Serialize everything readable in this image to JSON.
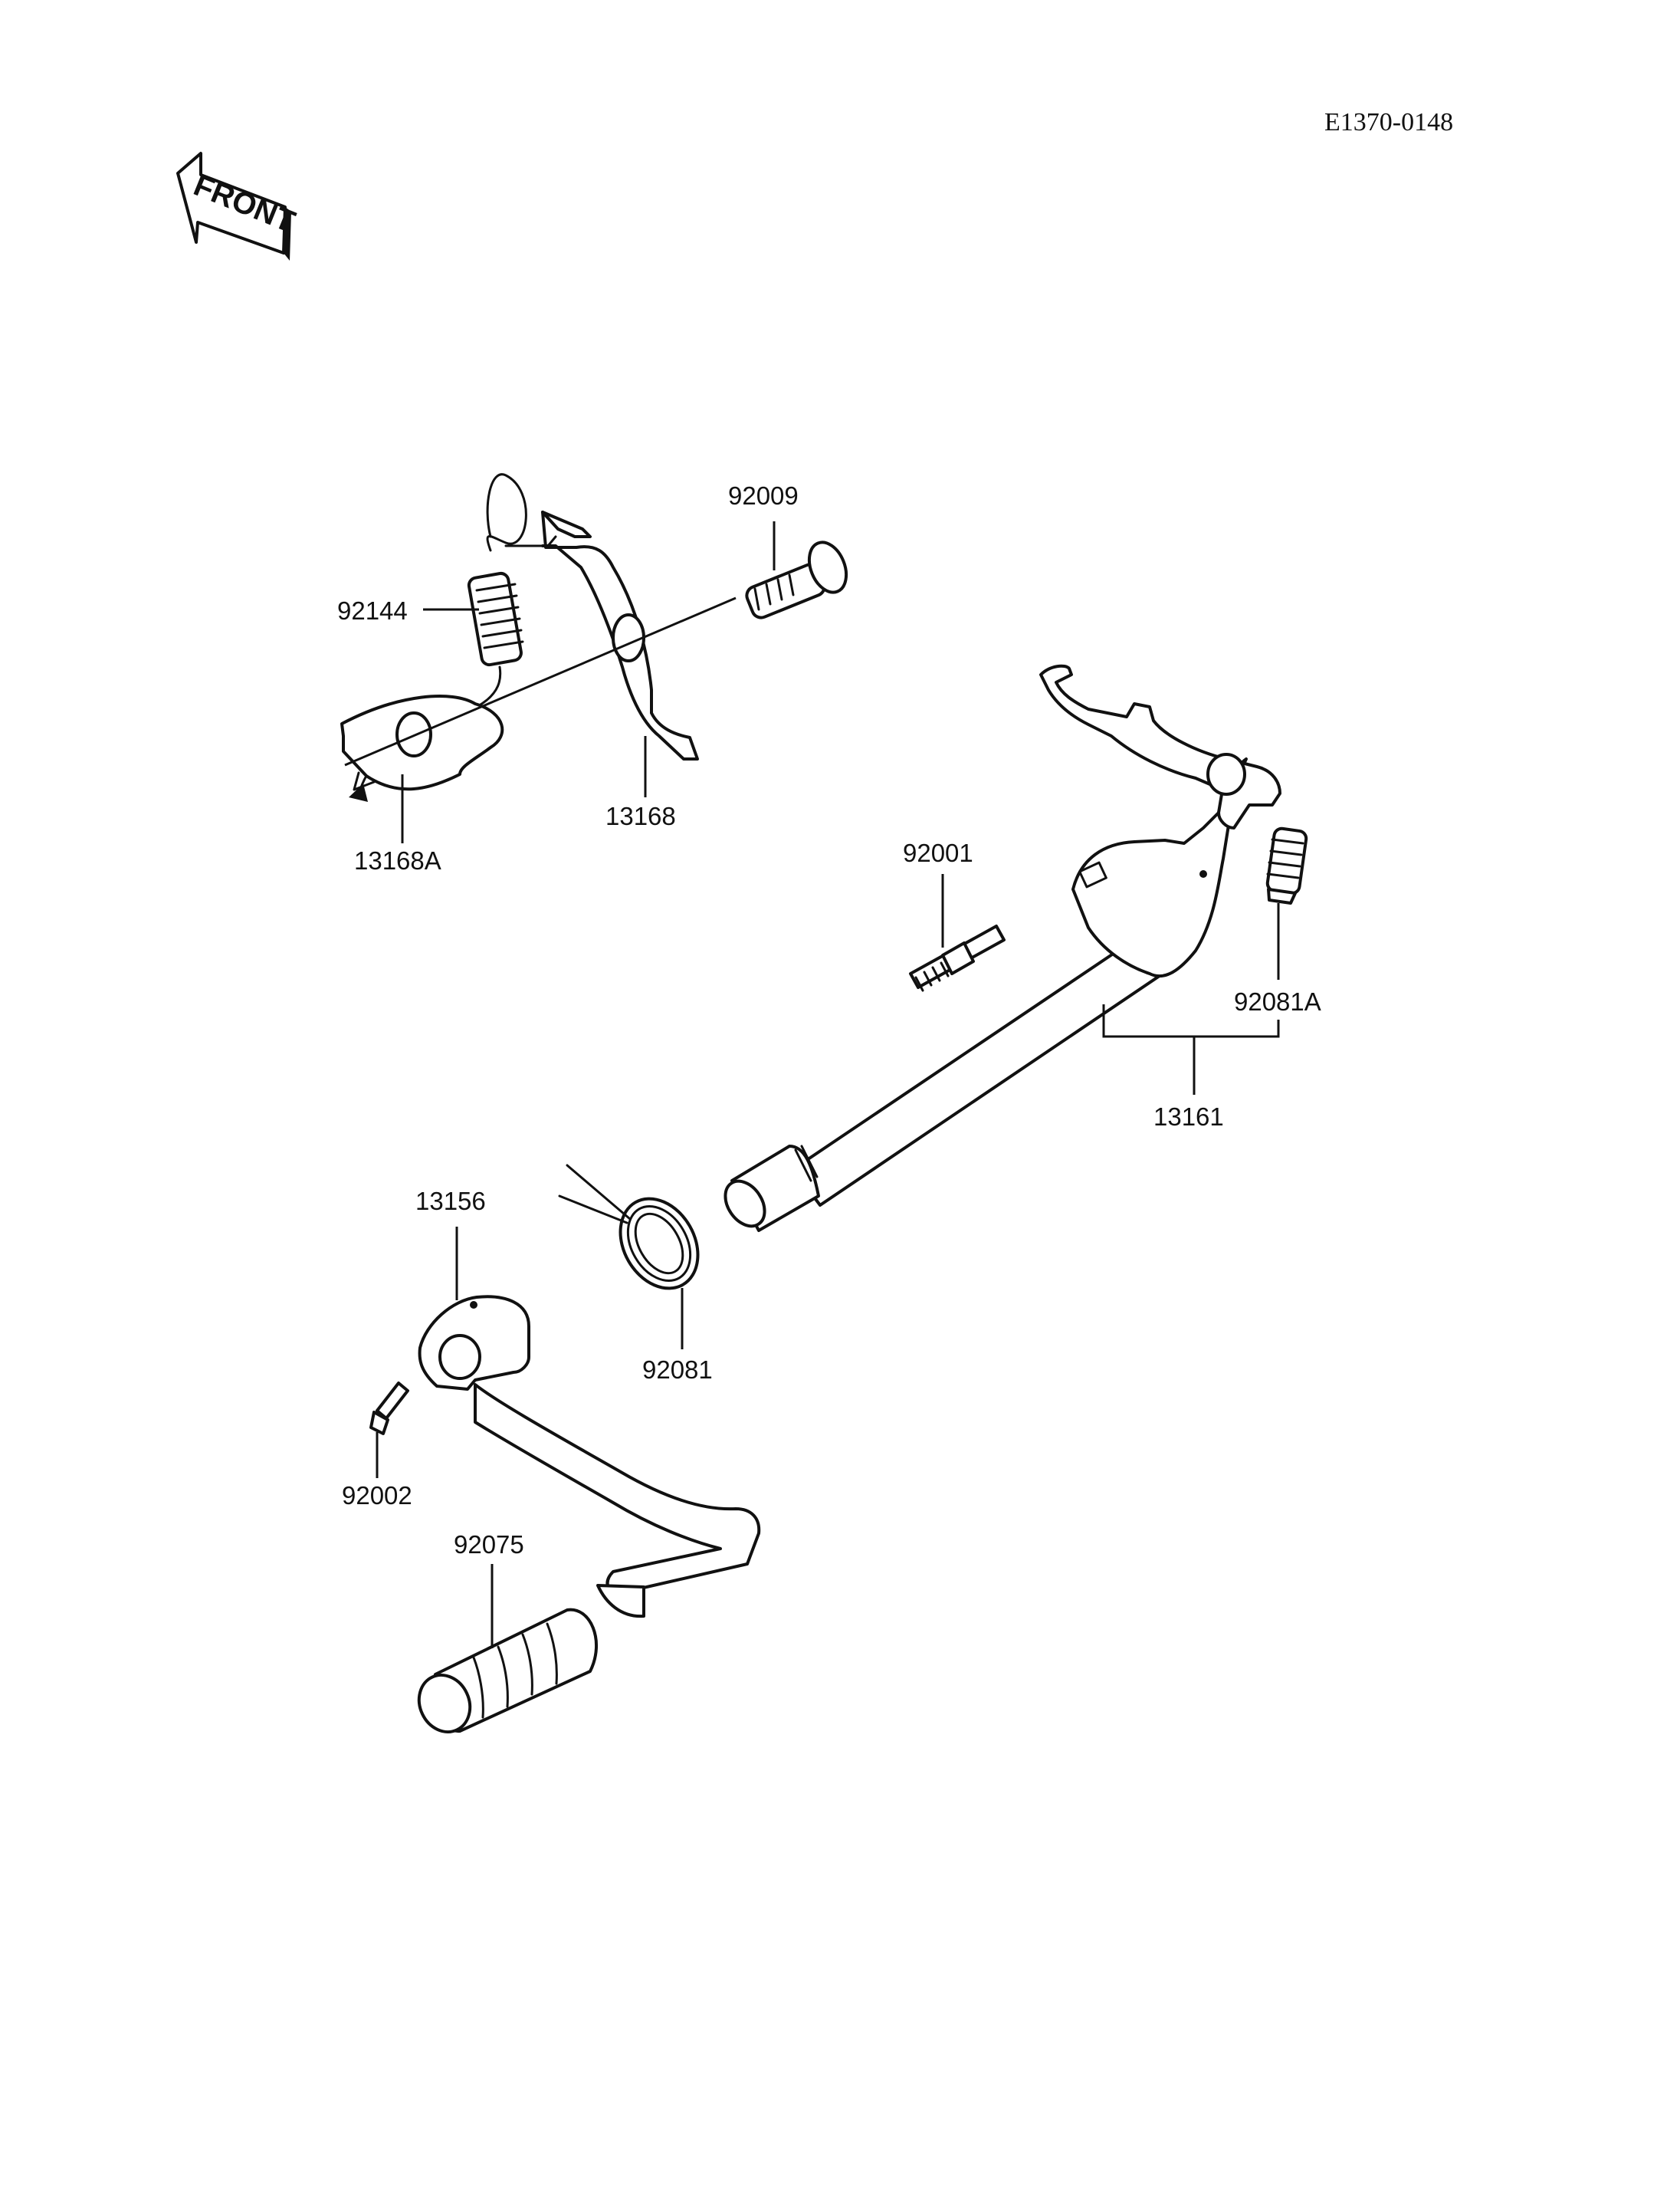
{
  "drawing_code": "E1370-0148",
  "front_label": "FRONT",
  "parts": {
    "bolt_92009": "92009",
    "spring_92144": "92144",
    "plate_13168": "13168",
    "plate_13168A": "13168A",
    "stud_92001": "92001",
    "spring_92081A": "92081A",
    "shaft_13161": "13161",
    "pedal_13156": "13156",
    "spring_92081": "92081",
    "bolt_92002": "92002",
    "rubber_92075": "92075"
  }
}
